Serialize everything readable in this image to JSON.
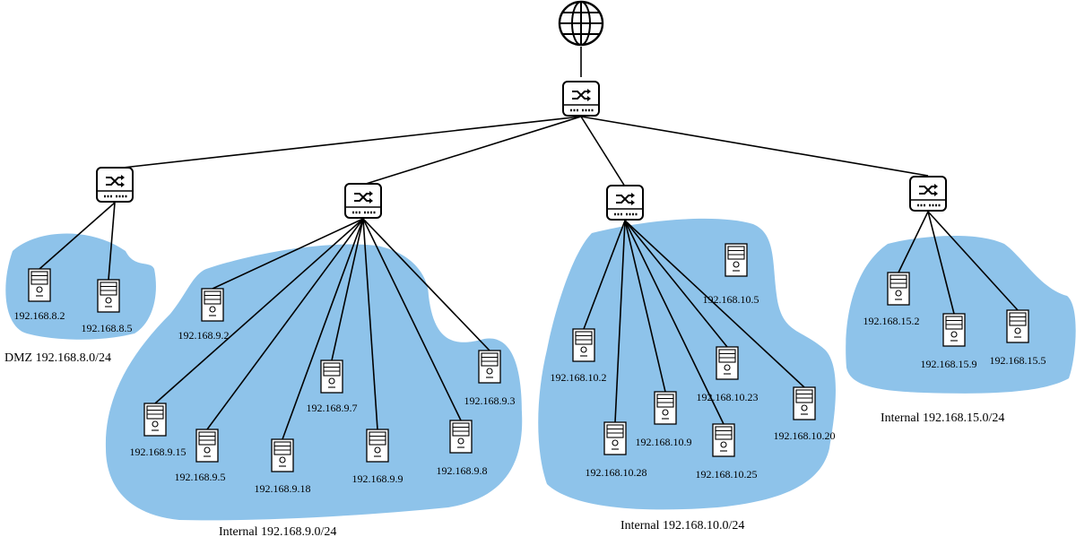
{
  "internet": {
    "icon": "globe-icon"
  },
  "switches": [
    {
      "id": "core",
      "icon": "switch-icon"
    },
    {
      "id": "dmz",
      "icon": "switch-icon"
    },
    {
      "id": "net9",
      "icon": "switch-icon"
    },
    {
      "id": "net10",
      "icon": "switch-icon"
    },
    {
      "id": "net15",
      "icon": "switch-icon"
    }
  ],
  "zones": [
    {
      "id": "dmz",
      "label": "DMZ 192.168.8.0/24",
      "color": "#8ec3ea",
      "hosts": [
        "192.168.8.2",
        "192.168.8.5"
      ]
    },
    {
      "id": "net9",
      "label": "Internal 192.168.9.0/24",
      "color": "#8ec3ea",
      "hosts": [
        "192.168.9.2",
        "192.168.9.15",
        "192.168.9.5",
        "192.168.9.18",
        "192.168.9.7",
        "192.168.9.9",
        "192.168.9.8",
        "192.168.9.3"
      ]
    },
    {
      "id": "net10",
      "label": "Internal 192.168.10.0/24",
      "color": "#8ec3ea",
      "hosts": [
        "192.168.10.2",
        "192.168.10.28",
        "192.168.10.9",
        "192.168.10.25",
        "192.168.10.23",
        "192.168.10.20",
        "192.168.10.5"
      ]
    },
    {
      "id": "net15",
      "label": "Internal 192.168.15.0/24",
      "color": "#8ec3ea",
      "hosts": [
        "192.168.15.2",
        "192.168.15.9",
        "192.168.15.5"
      ]
    }
  ]
}
